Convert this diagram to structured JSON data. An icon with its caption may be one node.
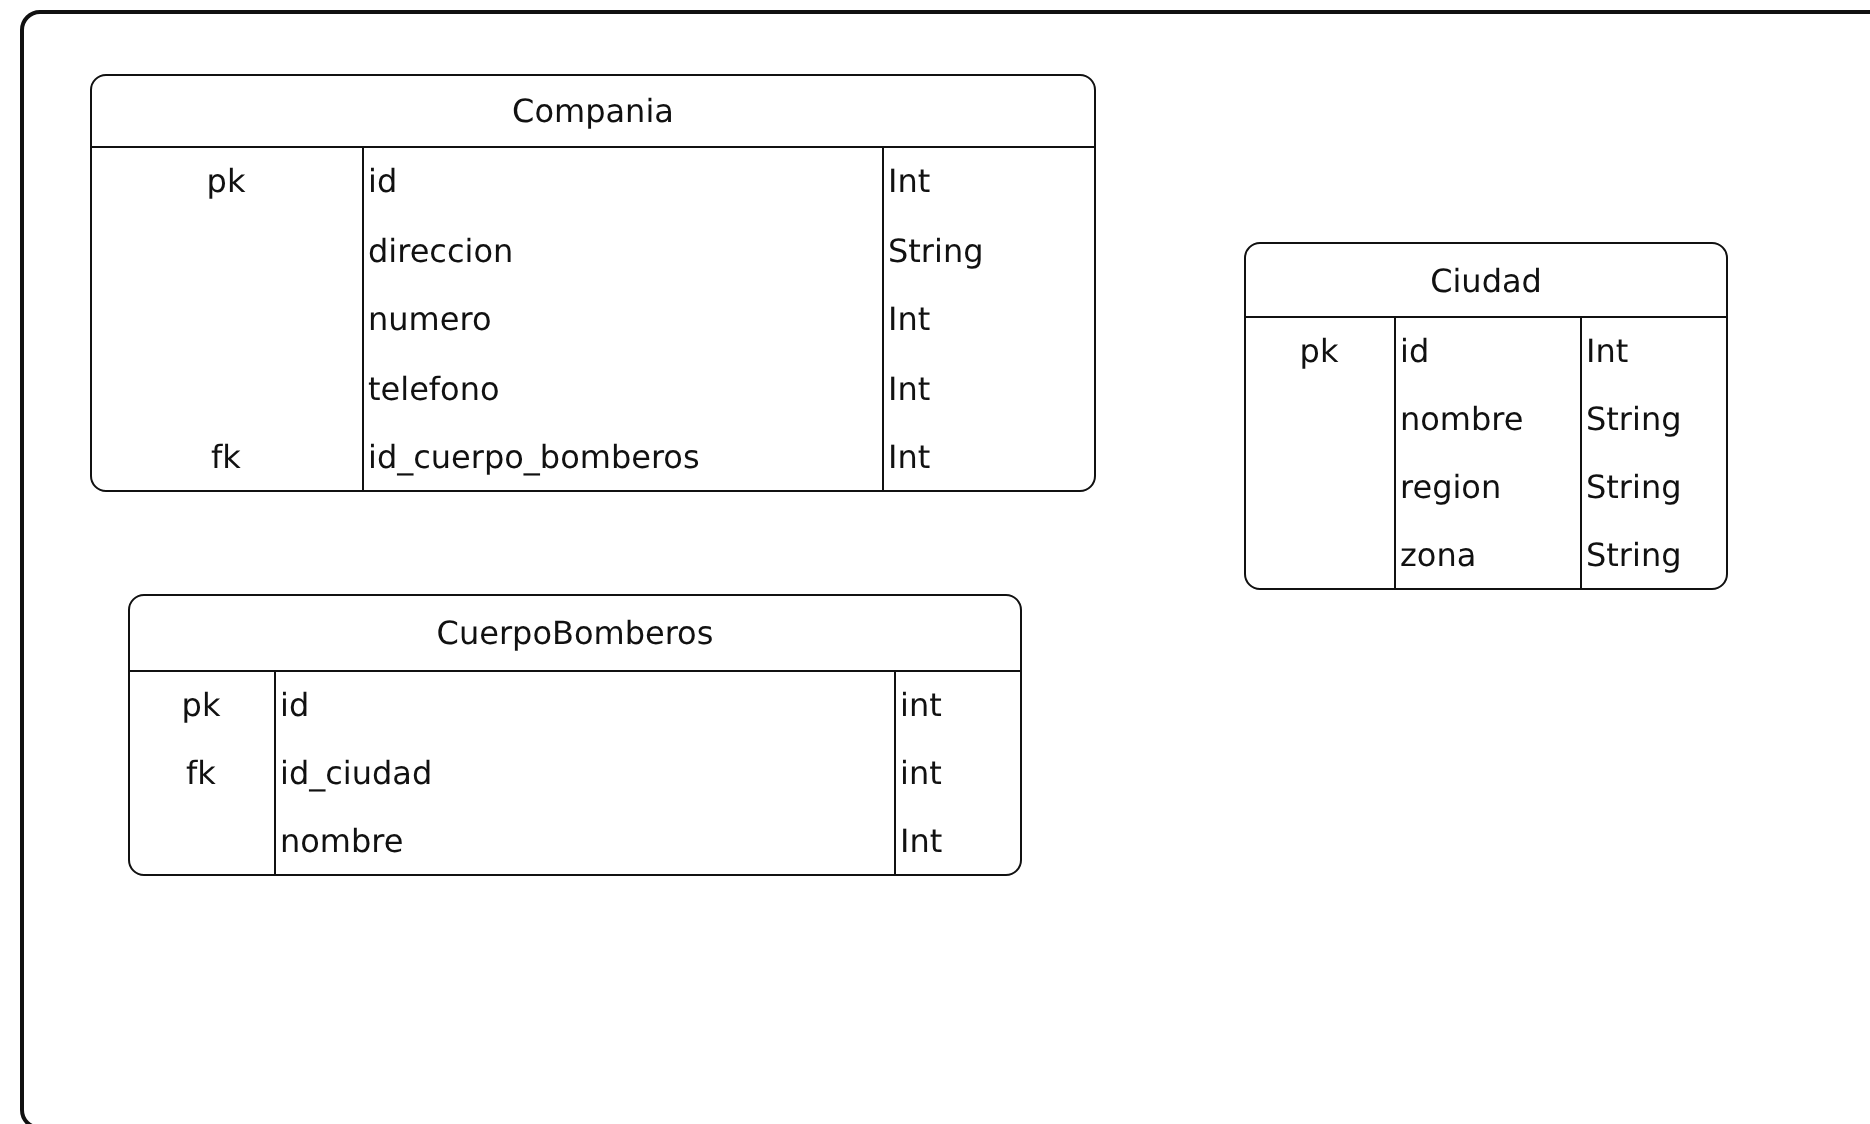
{
  "diagram": {
    "nodes": [
      {
        "text": [
          "Compania",
          "pk",
          "id",
          "Int",
          "direccion",
          "String",
          "numero",
          "Int",
          "telefono",
          "Int",
          "fk",
          "id_cuerpo_bomberos",
          "Int"
        ]
      },
      {
        "text": [
          "Ciudad",
          "pk",
          "id",
          "Int",
          "nombre",
          "String",
          "region",
          "String",
          "zona",
          "String"
        ]
      },
      {
        "text": [
          "CuerpoBomberos",
          "pk",
          "id",
          "int",
          "fk",
          "id_ciudad",
          "int",
          "nombre",
          "Int"
        ]
      }
    ]
  }
}
